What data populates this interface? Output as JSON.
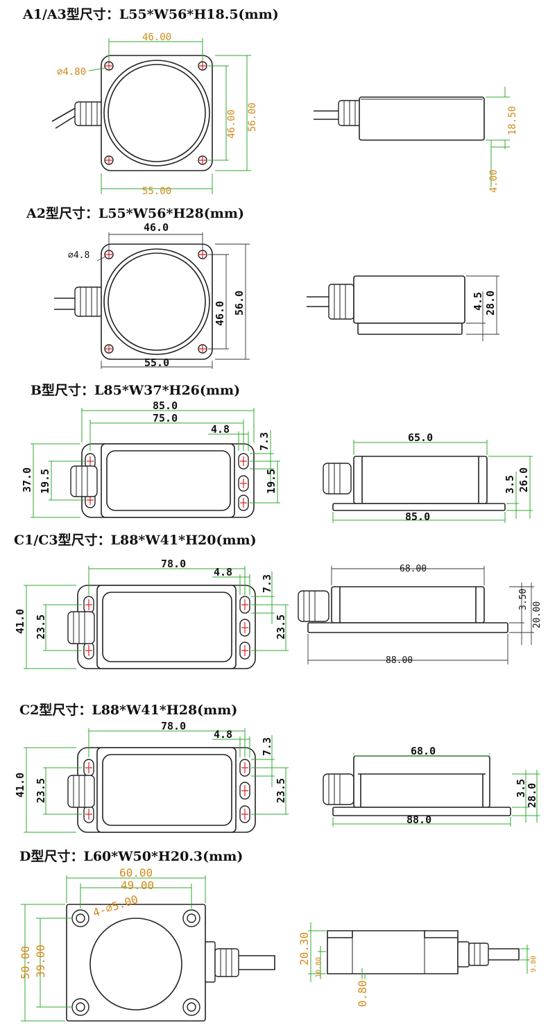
{
  "sections": [
    {
      "id": "a1a3",
      "title": "A1/A3型尺寸：L55*W56*H18.5(mm)",
      "dims": {
        "top": "46.00",
        "hole": "∅4.80",
        "bottom": "55.00",
        "inner_h": "46.00",
        "outer_h": "56.00",
        "side_h": "18.50",
        "side_base": "4.00"
      }
    },
    {
      "id": "a2",
      "title": "A2型尺寸：L55*W56*H28(mm)",
      "dims": {
        "top": "46.0",
        "hole": "∅4.8",
        "bottom": "55.0",
        "inner_h": "46.0",
        "outer_h": "56.0",
        "side_flange": "4.5",
        "side_h": "28.0"
      }
    },
    {
      "id": "b",
      "title": "B型尺寸：L85*W37*H26(mm)",
      "dims": {
        "overall": "85.0",
        "holes": "75.0",
        "slot": "4.8",
        "slot_h": "7.3",
        "height": "37.0",
        "left_spacing": "19.5",
        "right_spacing": "19.5",
        "side_top": "65.0",
        "side_flange": "3.5",
        "side_h": "26.0",
        "side_bottom": "85.0"
      }
    },
    {
      "id": "c1c3",
      "title": "C1/C3型尺寸：L88*W41*H20(mm)",
      "dims": {
        "holes": "78.0",
        "slot": "4.8",
        "slot_h": "7.3",
        "height": "41.0",
        "left_spacing": "23.5",
        "right_spacing": "23.5",
        "side_top": "68.00",
        "side_flange": "3.50",
        "side_h": "20.00",
        "side_bottom": "88.00"
      }
    },
    {
      "id": "c2",
      "title": "C2型尺寸：L88*W41*H28(mm)",
      "dims": {
        "holes": "78.0",
        "slot": "4.8",
        "slot_h": "7.3",
        "height": "41.0",
        "left_spacing": "23.5",
        "right_spacing": "23.5",
        "side_top": "68.0",
        "side_flange": "3.5",
        "side_h": "28.0",
        "side_bottom": "88.0"
      }
    },
    {
      "id": "d",
      "title": "D型尺寸：L60*W50*H20.3(mm)",
      "dims": {
        "overall": "60.00",
        "holes": "49.00",
        "hole": "4-∅5.00",
        "outer_h": "50.00",
        "inner_h": "39.00",
        "side_h": "20.30",
        "side_inner": "10.80",
        "side_base": "0.80",
        "cable": "9.80"
      }
    }
  ]
}
